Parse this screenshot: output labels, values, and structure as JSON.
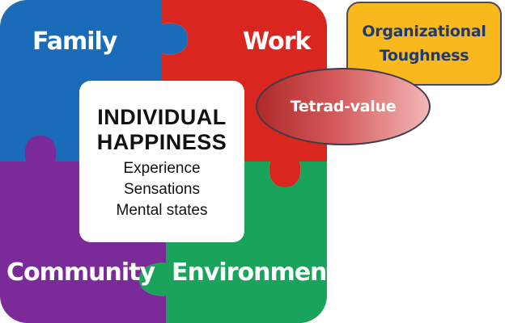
{
  "colors": {
    "family": "#1a6cb8",
    "work": "#d9261f",
    "community": "#7b2a9a",
    "environment": "#1aa35a",
    "organizational": "#f9b81c",
    "tetrad": "#c94444"
  },
  "quadrants": {
    "family": "Family",
    "work": "Work",
    "community": "Community",
    "environment": "Environment"
  },
  "center": {
    "heading_line1": "INDIVIDUAL",
    "heading_line2": "HAPPINESS",
    "items": [
      "Experience",
      "Sensations",
      "Mental states"
    ]
  },
  "organizational": {
    "line1": "Organizational",
    "line2": "Toughness"
  },
  "tetrad": {
    "label": "Tetrad-value"
  }
}
